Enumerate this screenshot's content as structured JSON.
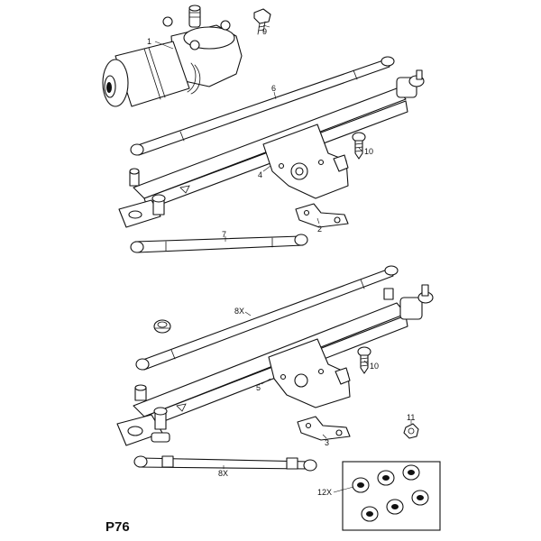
{
  "diagram": {
    "page_code": "P76",
    "callouts": {
      "c1": "1",
      "c9": "9",
      "c6": "6",
      "c10a": "10",
      "c4": "4",
      "c2": "2",
      "c7": "7",
      "c8xa": "8X",
      "c10b": "10",
      "c5": "5",
      "c11": "11",
      "c3": "3",
      "c8xb": "8X",
      "c12x": "12X"
    }
  }
}
